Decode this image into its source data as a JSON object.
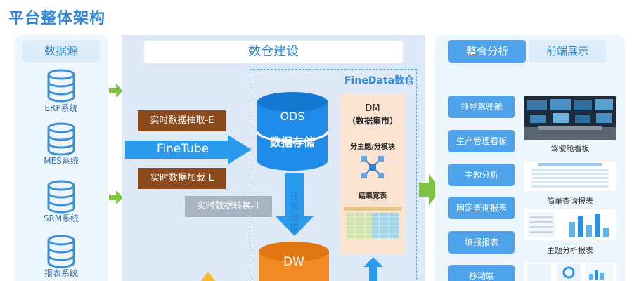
{
  "title": "平台整体架构",
  "source": {
    "header": "数据源",
    "items": [
      {
        "label": "ERP系统"
      },
      {
        "label": "MES系统"
      },
      {
        "label": "SRM系统"
      },
      {
        "label": "报表系统"
      }
    ]
  },
  "warehouse": {
    "header": "数仓建设",
    "finedata_title": "FineData数仓",
    "extract_label": "实时数据抽取-E",
    "load_label": "实时数据加载-L",
    "transform_label": "实时数据转换-T",
    "finetube_label": "FineTube",
    "ods": {
      "title": "ODS",
      "subtitle": "数据存储"
    },
    "dw": {
      "title": "DW"
    },
    "task_label": "任务调度",
    "dm": {
      "title": "DM",
      "subtitle": "（数据集市）",
      "line1": "分主题/分模块",
      "line2": "结果宽表"
    }
  },
  "analysis": {
    "tab_analysis": "整合分析",
    "tab_display": "前端展示",
    "buttons": [
      {
        "label": "领导驾驶舱"
      },
      {
        "label": "生产管理看板"
      },
      {
        "label": "主题分析"
      },
      {
        "label": "固定查询报表"
      },
      {
        "label": "填报报表"
      },
      {
        "label": "移动端"
      }
    ],
    "displays": [
      {
        "label": "驾驶舱看板"
      },
      {
        "label": "简单查询报表"
      },
      {
        "label": "主题分析报表"
      }
    ]
  },
  "colors": {
    "accent": "#2f86d6",
    "button_blue": "#4ea3ea",
    "etl_brown": "#8a4a1e",
    "arrow_green": "#7dc243",
    "ods_blue": "#1f8be8",
    "dw_orange": "#f28a24"
  }
}
